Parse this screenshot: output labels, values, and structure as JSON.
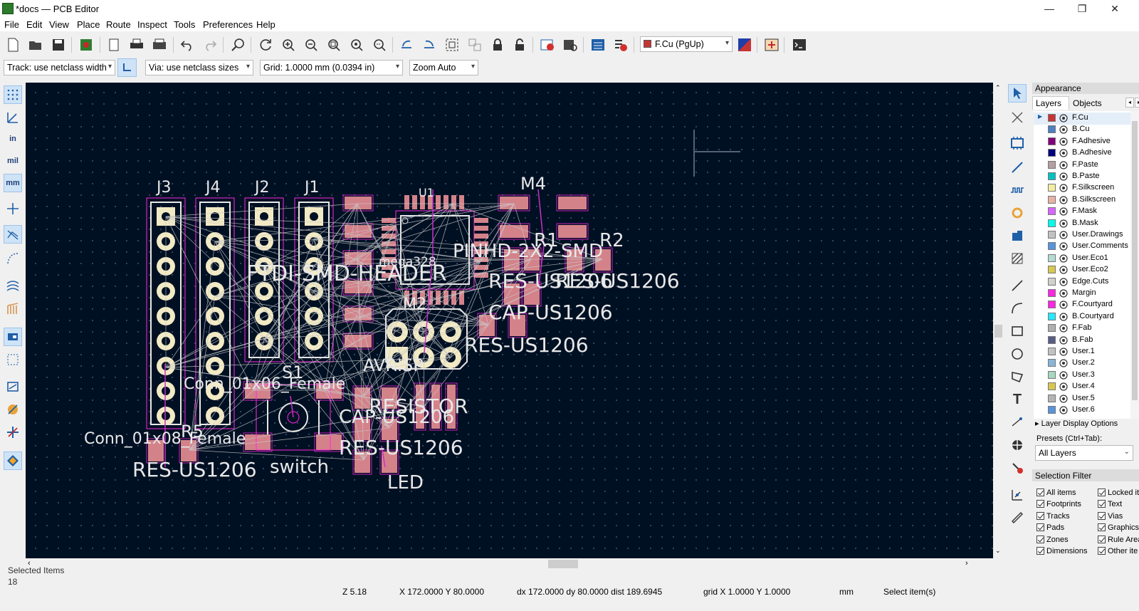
{
  "window": {
    "title": "*docs — PCB Editor",
    "controls": {
      "minimize": "—",
      "maximize": "❐",
      "close": "✕"
    }
  },
  "menu": [
    "File",
    "Edit",
    "View",
    "Place",
    "Route",
    "Inspect",
    "Tools",
    "Preferences",
    "Help"
  ],
  "toolbar": {
    "layer_select": "F.Cu (PgUp)",
    "track_width": "Track: use netclass width",
    "via_size": "Via: use netclass sizes",
    "grid": "Grid: 1.0000 mm (0.0394 in)",
    "zoom": "Zoom Auto"
  },
  "left_toolbar": {
    "units_in": "in",
    "units_mil": "mil",
    "units_mm": "mm"
  },
  "appearance": {
    "title": "Appearance",
    "tabs": [
      "Layers",
      "Objects"
    ],
    "layers": [
      {
        "name": "F.Cu",
        "color": "#c83434"
      },
      {
        "name": "B.Cu",
        "color": "#4d7fc4"
      },
      {
        "name": "F.Adhesive",
        "color": "#84007b"
      },
      {
        "name": "B.Adhesive",
        "color": "#00007f"
      },
      {
        "name": "F.Paste",
        "color": "#b4a0a0"
      },
      {
        "name": "B.Paste",
        "color": "#00c2c2"
      },
      {
        "name": "F.Silkscreen",
        "color": "#f2eda1"
      },
      {
        "name": "B.Silkscreen",
        "color": "#e8b2a7"
      },
      {
        "name": "F.Mask",
        "color": "#d864ff"
      },
      {
        "name": "B.Mask",
        "color": "#02ffee"
      },
      {
        "name": "User.Drawings",
        "color": "#c2c2c2"
      },
      {
        "name": "User.Comments",
        "color": "#5994dc"
      },
      {
        "name": "User.Eco1",
        "color": "#b4dbd2"
      },
      {
        "name": "User.Eco2",
        "color": "#d8c852"
      },
      {
        "name": "Edge.Cuts",
        "color": "#d0d2cd"
      },
      {
        "name": "Margin",
        "color": "#ff26e2"
      },
      {
        "name": "F.Courtyard",
        "color": "#ff26e2"
      },
      {
        "name": "B.Courtyard",
        "color": "#26e9ff"
      },
      {
        "name": "F.Fab",
        "color": "#afafaf"
      },
      {
        "name": "B.Fab",
        "color": "#585d84"
      },
      {
        "name": "User.1",
        "color": "#c2c2c2"
      },
      {
        "name": "User.2",
        "color": "#89b5d8"
      },
      {
        "name": "User.3",
        "color": "#a6d8c0"
      },
      {
        "name": "User.4",
        "color": "#d8c852"
      },
      {
        "name": "User.5",
        "color": "#b4b4b4"
      },
      {
        "name": "User.6",
        "color": "#5994dc"
      }
    ],
    "layer_display_options": "Layer Display Options",
    "presets_label": "Presets (Ctrl+Tab):",
    "presets_value": "All Layers"
  },
  "selection_filter": {
    "title": "Selection Filter",
    "items": [
      "All items",
      "Locked it",
      "Footprints",
      "Text",
      "Tracks",
      "Vias",
      "Pads",
      "Graphics",
      "Zones",
      "Rule Area",
      "Dimensions",
      "Other ite"
    ]
  },
  "pcb": {
    "refs": [
      "J3",
      "J4",
      "J2",
      "J1",
      "M4",
      "R1",
      "R2",
      "U1",
      "S1",
      "R5",
      "M2"
    ],
    "labels": {
      "header": "FTDI-SMD-HEADER",
      "res1": "RES-US1206",
      "res2": "RES-US1206",
      "res3": "RES-US1206",
      "res4": "RES-US1206",
      "res5": "RES-US1206",
      "cap": "CAP-US1206",
      "cap2": "CAP-US1206",
      "resistor": "RESISTOR",
      "switch": "switch",
      "led": "LED",
      "conn1": "Conn_01x08_Female",
      "conn2": "Conn_01x06_Female",
      "avrisp": "AVRISP",
      "mega": "mega328",
      "pinhd": "PINHD-2X2-SMD"
    }
  },
  "messages": {
    "label": "Selected Items",
    "value": "18"
  },
  "status": {
    "zoom": "Z 5.18",
    "xy": "X 172.0000  Y 80.0000",
    "dxy": "dx 172.0000  dy 80.0000  dist 189.6945",
    "grid": "grid X 1.0000  Y 1.0000",
    "units": "mm",
    "mode": "Select item(s)"
  }
}
